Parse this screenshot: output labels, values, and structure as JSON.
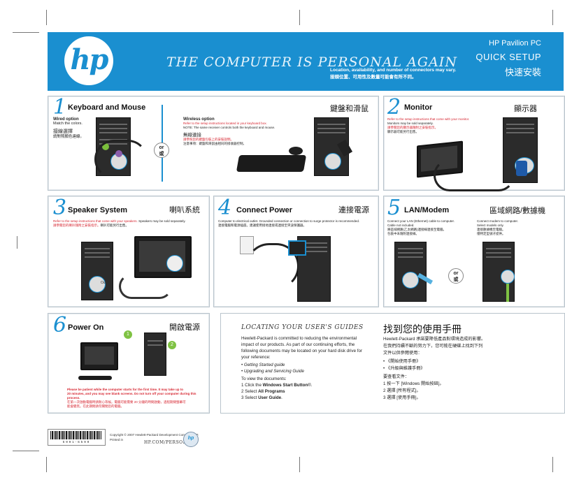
{
  "header": {
    "logo": "hp",
    "tagline": "THE COMPUTER IS PERSONAL AGAIN",
    "note_en": "Location, availability, and number of connectors may vary.",
    "note_zh": "接頭位置、可用性及數量可能會有所不同。",
    "product": "HP Pavilion PC",
    "setup_en": "QUICK SETUP",
    "setup_zh": "快速安裝"
  },
  "steps": {
    "s1": {
      "num": "1",
      "title": "Keyboard and Mouse",
      "title_zh": "鍵盤和滑鼠",
      "wired_title": "Wired option",
      "wired_sub": "Match the colors.",
      "wired_zh_title": "接線選擇",
      "wired_zh_sub": "請對照顏色連線。",
      "wireless_title": "Wireless option",
      "wireless_red": "Refer to the setup instructions located in your keyboard box.",
      "wireless_note": "NOTE: The same receiver controls both the keyboard and mouse.",
      "wireless_zh_title": "無線連接",
      "wireless_zh_red": "請參照您的鍵盤包裝上的安裝說明。",
      "wireless_zh_note": "注意事項：鍵盤和滑鼠由相同的接收器控制。",
      "or_en": "or",
      "or_zh": "或"
    },
    "s2": {
      "num": "2",
      "title": "Monitor",
      "title_zh": "顯示器",
      "red": "Refer to the setup instructions that come with your monitor.",
      "note": "Monitors may be sold separately.",
      "zh_red": "請參閱您的顯示器隨附之安裝指示。",
      "zh_note": "顯示器可能另行出售。"
    },
    "s3": {
      "num": "3",
      "title": "Speaker System",
      "title_zh": "喇叭系統",
      "red": "Refer to the setup instructions that come with your speakers.",
      "note": "Speakers may be sold separately.",
      "zh_red": "請參閱您的喇叭隨附之安裝指示。",
      "zh_note": "喇叭可能另行出售。",
      "port_label": "Out"
    },
    "s4": {
      "num": "4",
      "title": "Connect Power",
      "title_zh": "連接電源",
      "text": "Computer to electrical outlet. Grounded connection or connection to surge protector is recommended.",
      "zh": "連接電腦和電源插座。建議使用接地連接或連接至突波保護器。"
    },
    "s5": {
      "num": "5",
      "title": "LAN/Modem",
      "title_zh": "區域網路/數據機",
      "lan": "Connect your LAN (Ethernet) cable to computer.",
      "lan_note": "Cable not included.",
      "lan_zh": "將區域網路(乙太網路)連接線連接至電腦。",
      "lan_zh_note": "包裝中未隨附連接線。",
      "modem": "Connect modem to computer.",
      "modem_note": "Select models only.",
      "modem_zh": "連接數據機至電腦。",
      "modem_zh_note": "僅特定型號才提供。",
      "or_en": "or",
      "or_zh": "或"
    },
    "s6": {
      "num": "6",
      "title": "Power On",
      "title_zh": "開啟電源",
      "callout1": "1",
      "callout2": "2",
      "red1": "Please be patient while the computer starts for the first time. It may take up to",
      "red2": "20 minutes, and you may see blank screens. Do not turn off your computer during this",
      "red3": "process.",
      "zh1": "在第一次啟動電腦時請耐心等候。電腦可能需要 20 分鐘的時間啟動，過程期間螢幕可",
      "zh2": "能會變黑。在此期間請勿關閉您的電腦。"
    }
  },
  "docs": {
    "title": "LOCATING YOUR USER'S GUIDES",
    "intro": "Hewlett-Packard is committed to reducing the environmental impact of our products. As part of our continuing efforts, the following documents may be located on your hard disk drive for your reference:",
    "item1": "Getting Started guide",
    "item2": "Upgrading and Servicing Guide",
    "view": "To view the documents:",
    "step1_pre": "1 Click the ",
    "step1_bold": "Windows Start Button",
    "step1_post": "®.",
    "step2_pre": "2 Select ",
    "step2_bold": "All Programs",
    "step3_pre": "3 Select ",
    "step3_bold": "User Guide",
    "step3_post": ".",
    "zh_title": "找到您的使用手冊",
    "zh_intro1": "Hewlett-Packard 承諾要降低產品對環境造成的影響。",
    "zh_intro2": "在我們持續不斷的努力下，您可能在硬碟上找到下列",
    "zh_intro3": "文件以供參閱使用：",
    "zh_item1": "《開始使用手冊》",
    "zh_item2": "《升級與維護手冊》",
    "zh_view": "要查看文件：",
    "zh_step1": "1 按一下 [Windows 開始按鈕]。",
    "zh_step2": "2 選擇 [所有程式]。",
    "zh_step3": "3 選擇 [使用手冊]。"
  },
  "footer": {
    "copyright": "Copyright © 2007 Hewlett-Packard Development Company, L.P.",
    "printed": "Printed in",
    "url": "HP.COM/PERSONAL",
    "barcode_text": "5991-6599"
  },
  "colors": {
    "brand": "#1a8fd0",
    "warning": "#d6242f"
  }
}
